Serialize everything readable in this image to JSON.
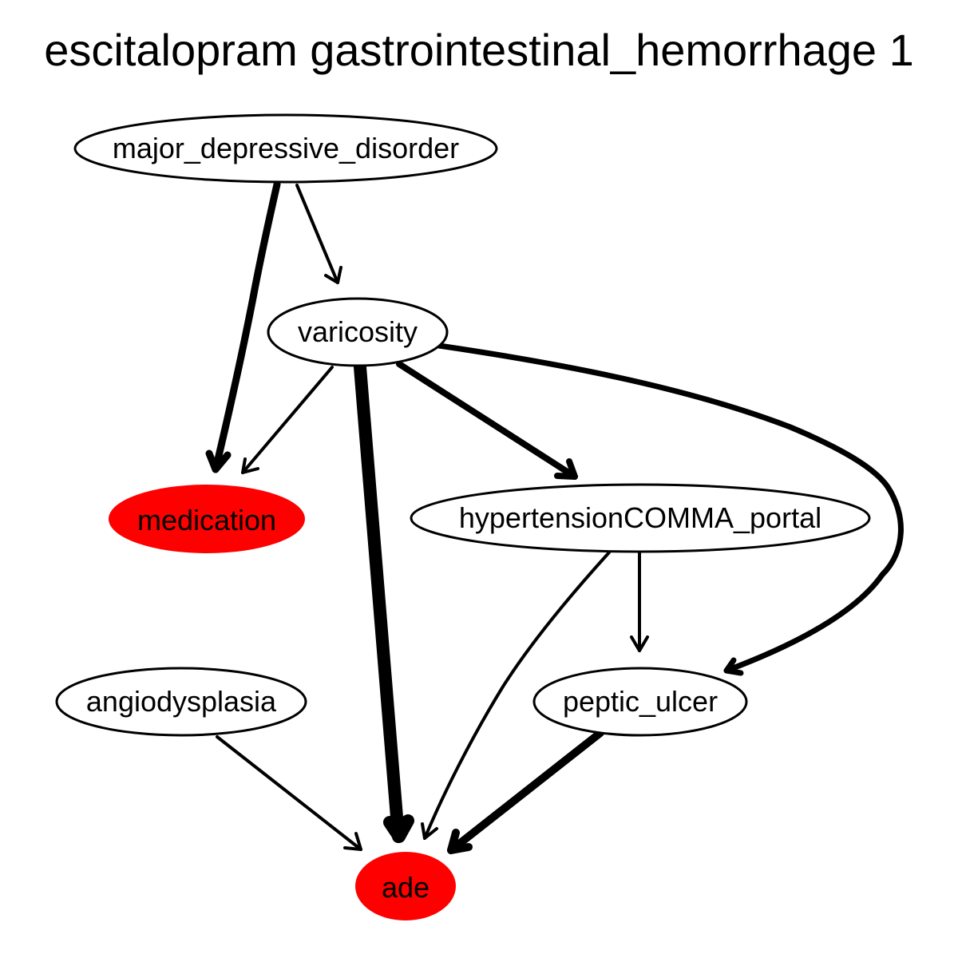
{
  "title": "escitalopram gastrointestinal_hemorrhage 1",
  "colors": {
    "highlight_fill": "#ff0000",
    "default_fill": "#ffffff",
    "stroke": "#000000"
  },
  "nodes": {
    "major_depressive_disorder": {
      "label": "major_depressive_disorder",
      "highlighted": false
    },
    "varicosity": {
      "label": "varicosity",
      "highlighted": false
    },
    "medication": {
      "label": "medication",
      "highlighted": true
    },
    "hypertension_portal": {
      "label": "hypertensionCOMMA_portal",
      "highlighted": false
    },
    "angiodysplasia": {
      "label": "angiodysplasia",
      "highlighted": false
    },
    "peptic_ulcer": {
      "label": "peptic_ulcer",
      "highlighted": false
    },
    "ade": {
      "label": "ade",
      "highlighted": true
    }
  },
  "edges": [
    {
      "from": "major_depressive_disorder",
      "to": "medication",
      "weight": "heavy"
    },
    {
      "from": "major_depressive_disorder",
      "to": "varicosity",
      "weight": "light"
    },
    {
      "from": "varicosity",
      "to": "medication",
      "weight": "light"
    },
    {
      "from": "varicosity",
      "to": "ade",
      "weight": "heaviest"
    },
    {
      "from": "varicosity",
      "to": "hypertension_portal",
      "weight": "medium"
    },
    {
      "from": "varicosity",
      "to": "peptic_ulcer",
      "weight": "medium"
    },
    {
      "from": "hypertension_portal",
      "to": "ade",
      "weight": "light"
    },
    {
      "from": "hypertension_portal",
      "to": "peptic_ulcer",
      "weight": "light"
    },
    {
      "from": "angiodysplasia",
      "to": "ade",
      "weight": "light"
    },
    {
      "from": "peptic_ulcer",
      "to": "ade",
      "weight": "heavy"
    }
  ]
}
